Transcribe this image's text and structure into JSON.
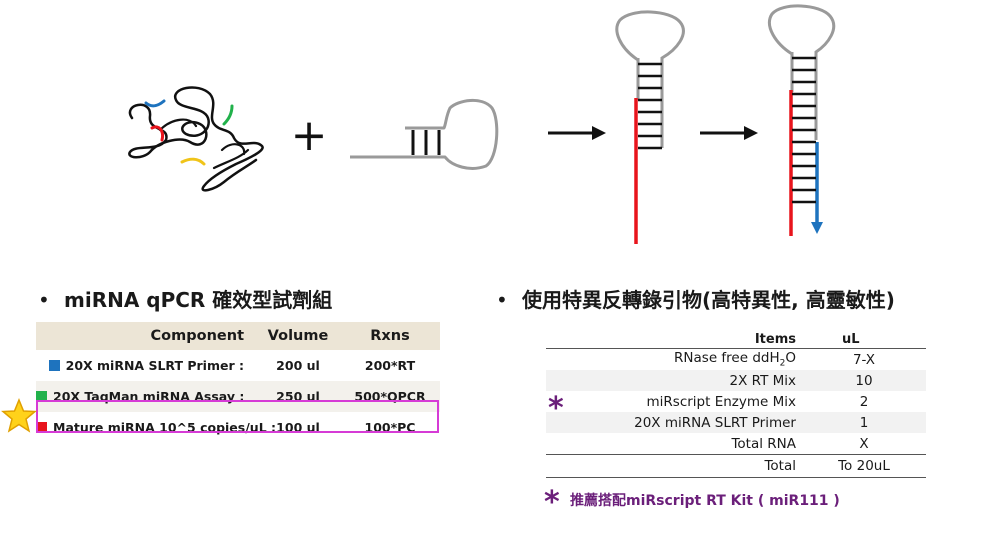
{
  "left_bullet": "miRNA qPCR 確效型試劑組",
  "right_bullet": "使用特異反轉錄引物(高特異性, 高靈敏性)",
  "plus_sign": "+",
  "component_table": {
    "headers": [
      "Component",
      "Volume",
      "Rxns"
    ],
    "rows": [
      {
        "label": "20X miRNA SLRT Primer :",
        "volume": "200 ul",
        "rxns": "200*RT",
        "color": "#1e73be"
      },
      {
        "label": "20X TaqMan miRNA Assay :",
        "volume": "250 ul",
        "rxns": "500*QPCR",
        "color": "#21b14b"
      },
      {
        "label": "Mature miRNA 10^5 copies/uL :",
        "volume": "100 ul",
        "rxns": "100*PC",
        "color": "#e8141c"
      }
    ]
  },
  "rt_table": {
    "headers": [
      "Items",
      "uL"
    ],
    "rows": [
      {
        "item_main": "RNase free ddH",
        "item_sub": "2",
        "item_tail": "O",
        "value": "7-X"
      },
      {
        "item_main": "2X RT Mix",
        "value": "10"
      },
      {
        "item_main": "miRscript Enzyme Mix",
        "value": "2"
      },
      {
        "item_main": "20X miRNA SLRT Primer",
        "value": "1"
      },
      {
        "item_main": "Total RNA",
        "value": "X"
      }
    ],
    "total": {
      "label": "Total",
      "value": "To 20uL"
    }
  },
  "asterisk": "*",
  "recommend_text": "推薦搭配miRscript RT Kit ( miR111 )",
  "colors": {
    "highlight": "#d63bd6",
    "recommend": "#6b1f7a",
    "strand_red": "#e8141c",
    "strand_blue": "#1e73be",
    "stem": "#111111",
    "loop": "#9a9a9a"
  }
}
